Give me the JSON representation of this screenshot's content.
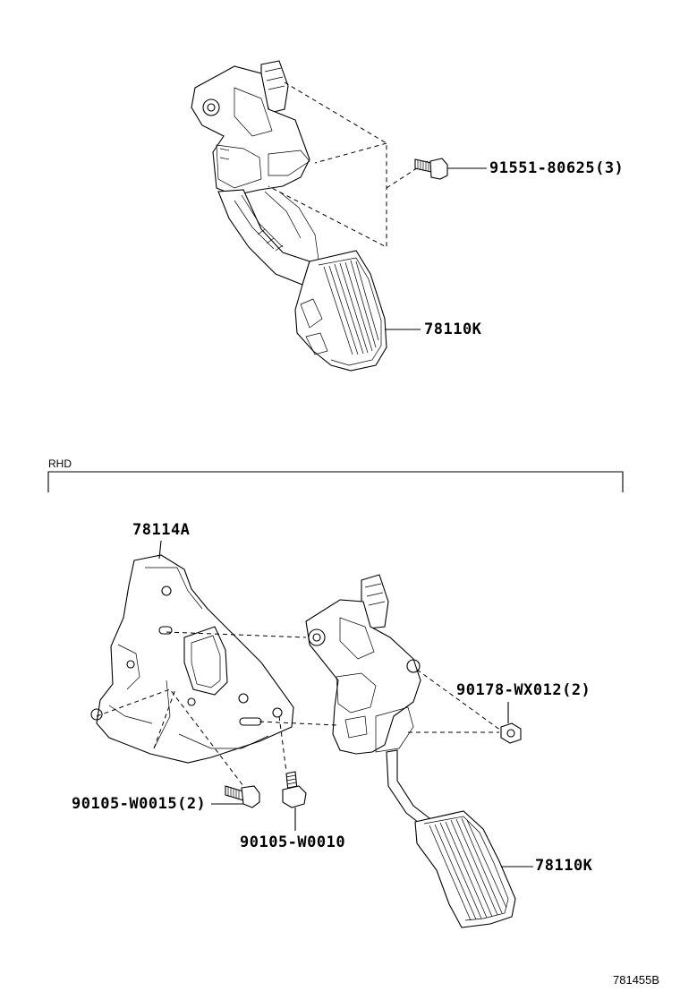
{
  "section_label": "RHD",
  "figure_id": "781455B",
  "callouts": {
    "bolt_top": "91551-80625(3)",
    "pedal_top": "78110K",
    "bracket": "78114A",
    "nut": "90178-WX012(2)",
    "bolt_left": "90105-W0015(2)",
    "bolt_mid": "90105-W0010",
    "pedal_bottom": "78110K"
  }
}
